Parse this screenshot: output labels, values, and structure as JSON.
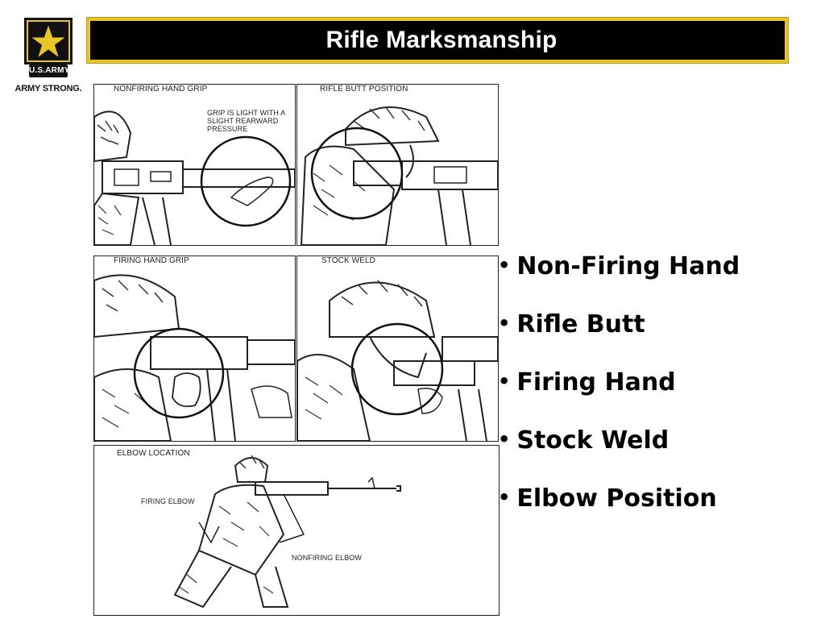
{
  "slide": {
    "title": "Rifle Marksmanship",
    "logo": {
      "badge_text": "U.S.ARMY",
      "slogan": "ARMY STRONG.",
      "icon": "star-icon"
    },
    "panels": [
      {
        "caption": "NONFIRING HAND GRIP",
        "note": "GRIP IS LIGHT WITH A SLIGHT REARWARD PRESSURE"
      },
      {
        "caption": "RIFLE BUTT POSITION"
      },
      {
        "caption": "FIRING HAND GRIP"
      },
      {
        "caption": "STOCK WELD"
      },
      {
        "caption": "ELBOW LOCATION",
        "label_a": "FIRING ELBOW",
        "label_b": "NONFIRING ELBOW"
      }
    ],
    "bullets": [
      "Non-Firing Hand",
      "Rifle Butt",
      "Firing Hand",
      "Stock Weld",
      "Elbow Position"
    ],
    "colors": {
      "title_bar": "#000000",
      "title_border": "#e8c628",
      "title_text": "#ffffff"
    }
  }
}
